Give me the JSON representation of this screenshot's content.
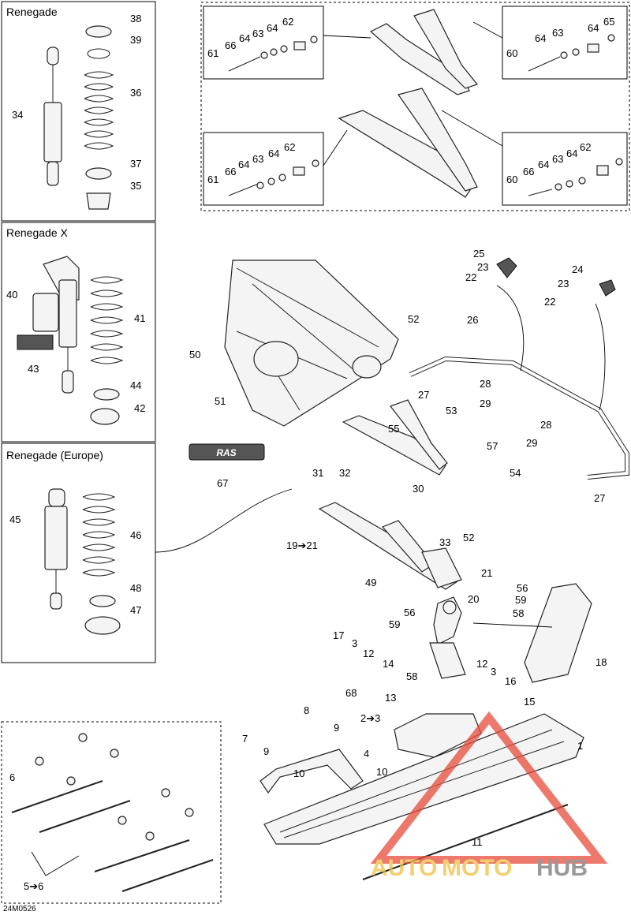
{
  "figure_code": "24M0526",
  "panels": {
    "renegade": "Renegade",
    "renegade_x": "Renegade X",
    "renegade_europe": "Renegade (Europe)"
  },
  "logo_text": "RAS",
  "watermark": {
    "auto": "AUTO",
    "moto": "MOTO",
    "hub": "HUB"
  },
  "callouts": {
    "c38": "38",
    "c39": "39",
    "c36": "36",
    "c34": "34",
    "c37": "37",
    "c35": "35",
    "c40": "40",
    "c41": "41",
    "c43": "43",
    "c44": "44",
    "c42": "42",
    "c45": "45",
    "c46": "46",
    "c48": "48",
    "c47": "47",
    "c6": "6",
    "c5to6": "5➔6",
    "tl_62": "62",
    "tl_64": "64",
    "tl_63": "63",
    "tl_64b": "64",
    "tl_66": "66",
    "tl_61": "61",
    "tr_65": "65",
    "tr_64": "64",
    "tr_63": "63",
    "tr_64b": "64",
    "tr_60": "60",
    "bl_62": "62",
    "bl_64": "64",
    "bl_63": "63",
    "bl_64b": "64",
    "bl_66": "66",
    "bl_61": "61",
    "br_62": "62",
    "br_64": "64",
    "br_63": "63",
    "br_64b": "64",
    "br_66": "66",
    "br_60": "60",
    "c25": "25",
    "c23": "23",
    "c22": "22",
    "c24": "24",
    "c23b": "23",
    "c22b": "22",
    "c52": "52",
    "c26": "26",
    "c50": "50",
    "c51": "51",
    "c27": "27",
    "c28": "28",
    "c29": "29",
    "c28b": "28",
    "c29b": "29",
    "c53": "53",
    "c55": "55",
    "c57": "57",
    "c54": "54",
    "c27b": "27",
    "c67": "67",
    "c31": "31",
    "c32": "32",
    "c30": "30",
    "c19to21": "19➔21",
    "c33": "33",
    "c52b": "52",
    "c21": "21",
    "c49": "49",
    "c20": "20",
    "c56": "56",
    "c59": "59",
    "c58": "58",
    "c18": "18",
    "c17": "17",
    "c3": "3",
    "c12": "12",
    "c56b": "56",
    "c59b": "59",
    "c14": "14",
    "c58b": "58",
    "c12b": "12",
    "c3b": "3",
    "c16": "16",
    "c68": "68",
    "c13": "13",
    "c15": "15",
    "c2to3": "2➔3",
    "c8": "8",
    "c9": "9",
    "c7": "7",
    "c9b": "9",
    "c4": "4",
    "c10": "10",
    "c10b": "10",
    "c1": "1",
    "c11": "11"
  }
}
